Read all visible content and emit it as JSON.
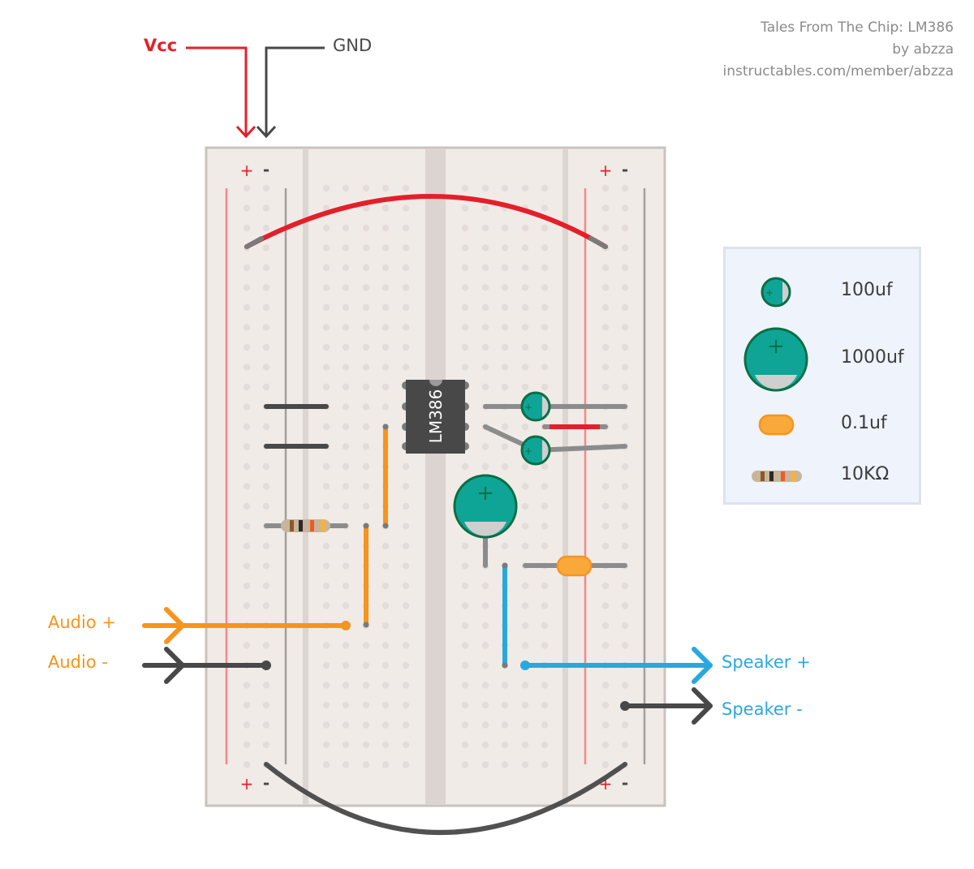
{
  "credits": {
    "title": "Tales From The Chip: LM386",
    "author": "by abzza",
    "url": "instructables.com/member/abzza"
  },
  "power": {
    "vcc_label": "Vcc",
    "gnd_label": "GND"
  },
  "breadboard": {
    "rail_plus": "+",
    "rail_minus": "-"
  },
  "chip": {
    "label": "LM386"
  },
  "inputs": {
    "audio_plus": "Audio +",
    "audio_minus": "Audio -"
  },
  "outputs": {
    "speaker_plus": "Speaker +",
    "speaker_minus": "Speaker -"
  },
  "legend": {
    "items": [
      {
        "icon": "small-electrolytic-capacitor-icon",
        "label": "100uf"
      },
      {
        "icon": "large-electrolytic-capacitor-icon",
        "label": "1000uf"
      },
      {
        "icon": "ceramic-capacitor-icon",
        "label": "0.1uf"
      },
      {
        "icon": "resistor-icon",
        "label": "10KΩ"
      }
    ]
  },
  "colors": {
    "vcc": "#e3202a",
    "gnd": "#484848",
    "audio": "#f7941d",
    "speaker": "#29a8e0",
    "capacitor": "#0fa596",
    "capacitor_border": "#0b6e45",
    "ceramic": "#f9a93a",
    "board": "#f1ebe7",
    "wire_lead": "#8c8c8c"
  }
}
